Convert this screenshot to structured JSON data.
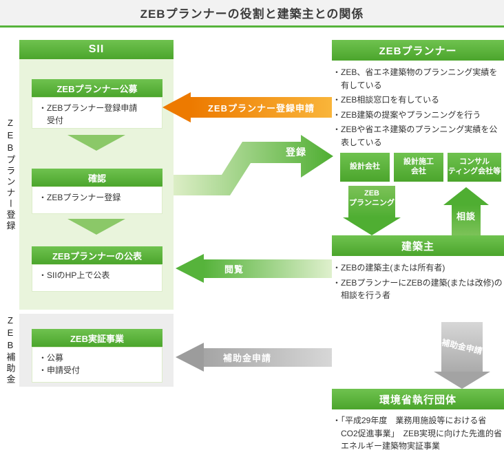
{
  "title": "ZEBプランナーの役割と建築主との関係",
  "side_labels": {
    "registration": "ZEBプランナー登録",
    "subsidy": "ZEB補助金"
  },
  "sii": {
    "header": "SII",
    "steps": [
      {
        "title": "ZEBプランナー公募",
        "body": "・ZEBプランナー登録申請\n　受付"
      },
      {
        "title": "確認",
        "body": "・ZEBプランナー登録"
      },
      {
        "title": "ZEBプランナーの公表",
        "body": "・SIIのHP上で公表"
      }
    ],
    "demo": {
      "title": "ZEB実証事業",
      "body": "・公募\n・申請受付"
    }
  },
  "planner": {
    "header": "ZEBプランナー",
    "bullets": [
      "・ZEB、省エネ建築物のプランニング実績を有している",
      "・ZEB相談窓口を有している",
      "・ZEB建築の提案やプランニングを行う",
      "・ZEBや省エネ建築のプランニング実績を公表している"
    ],
    "companies": [
      "設計会社",
      "設計施工\n会社",
      "コンサル\nティング会社等"
    ]
  },
  "owner": {
    "header": "建築主",
    "bullets": [
      "・ZEBの建築主(または所有者)",
      "・ZEBプランナーにZEBの建築(または改修)の相談を行う者"
    ]
  },
  "ministry": {
    "header": "環境省執行団体",
    "bullets": [
      "・「平成29年度　業務用施設等における省CO2促進事業」　ZEB実現に向けた先進的省エネルギー建築物実証事業"
    ]
  },
  "arrows": {
    "registration_application": "ZEBプランナー登録申請",
    "registration": "登録",
    "planning": "ZEB\nプランニング",
    "consultation": "相談",
    "viewing": "閲覧",
    "subsidy_application_left": "補助金申請",
    "subsidy_application_down": "補助金申請"
  },
  "colors": {
    "green_dark": "#4ba52c",
    "green_mid": "#56b33b",
    "green_light": "#6fc24f",
    "green_pale": "#dff0cd",
    "panel_green": "#e9f4dc",
    "panel_gray": "#ededed",
    "orange_dark": "#ed7a00",
    "orange_light": "#f9b53a",
    "gray_dark": "#9c9c9c",
    "title_bar_bg": "#f2f2f2",
    "text": "#333333"
  }
}
